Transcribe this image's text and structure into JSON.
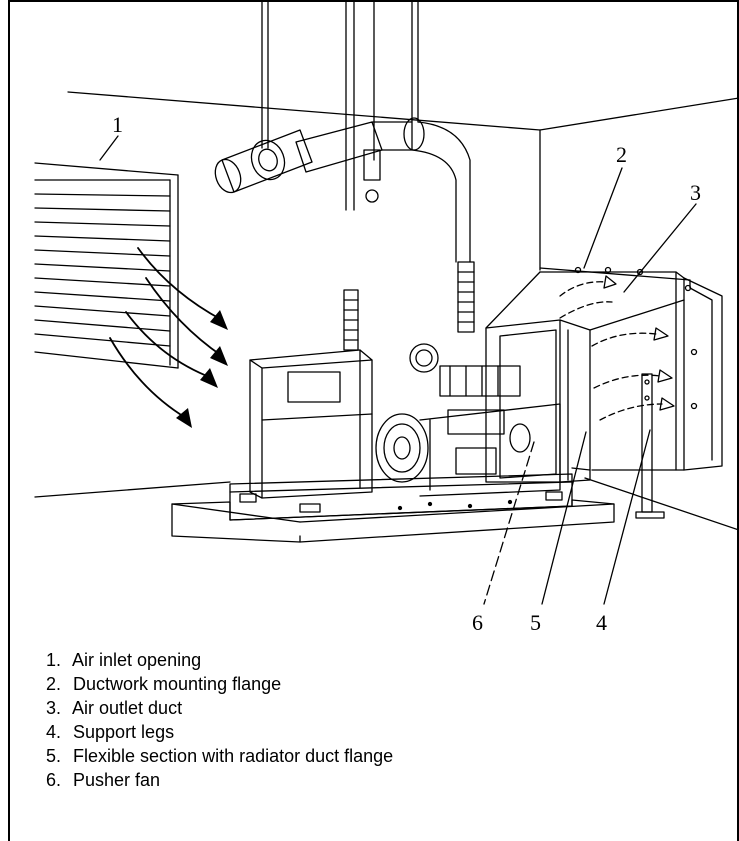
{
  "callouts": [
    "1",
    "2",
    "3",
    "4",
    "5",
    "6"
  ],
  "legend": [
    {
      "num": "1.",
      "text": "Air inlet opening"
    },
    {
      "num": "2.",
      "text": "Ductwork mounting flange"
    },
    {
      "num": "3.",
      "text": "Air outlet duct"
    },
    {
      "num": "4.",
      "text": "Support legs"
    },
    {
      "num": "5.",
      "text": "Flexible section with radiator duct flange"
    },
    {
      "num": "6.",
      "text": "Pusher fan"
    }
  ]
}
